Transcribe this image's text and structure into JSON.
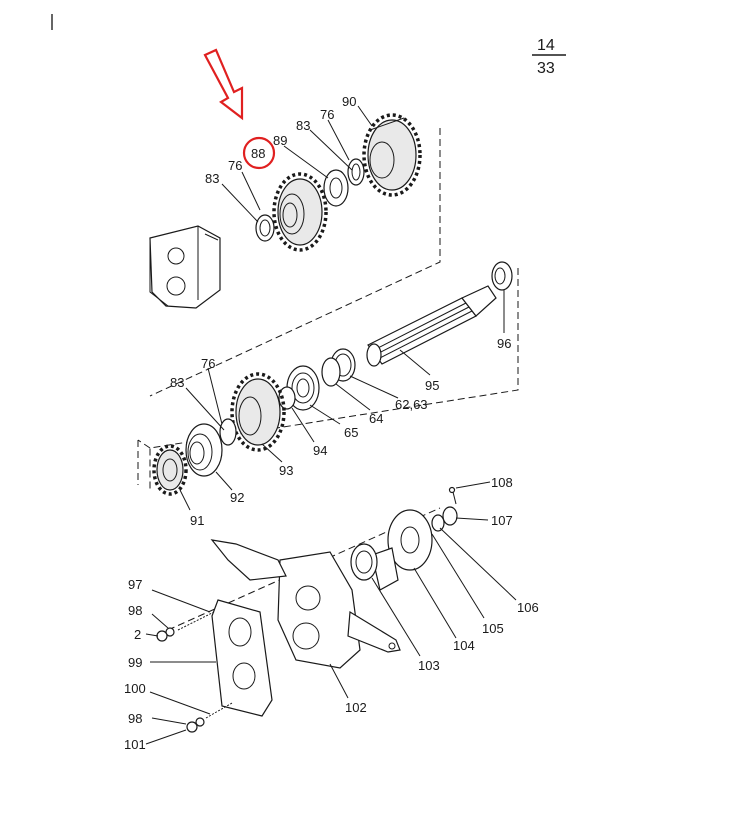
{
  "page": {
    "number_top": "14",
    "number_bottom": "33"
  },
  "highlight": {
    "color": "#e02020",
    "circled_label": "88"
  },
  "labels": {
    "l90": "90",
    "l76a": "76",
    "l83a": "83",
    "l89": "89",
    "l88": "88",
    "l76b": "76",
    "l83b": "83",
    "l96": "96",
    "l95": "95",
    "l6263": "62,63",
    "l64": "64",
    "l65": "65",
    "l94": "94",
    "l93": "93",
    "l76c": "76",
    "l83c": "83",
    "l92": "92",
    "l91": "91",
    "l108": "108",
    "l107": "107",
    "l106": "106",
    "l105": "105",
    "l104": "104",
    "l103": "103",
    "l102": "102",
    "l97": "97",
    "l98a": "98",
    "l2": "2",
    "l99": "99",
    "l100": "100",
    "l98b": "98",
    "l101": "101"
  }
}
